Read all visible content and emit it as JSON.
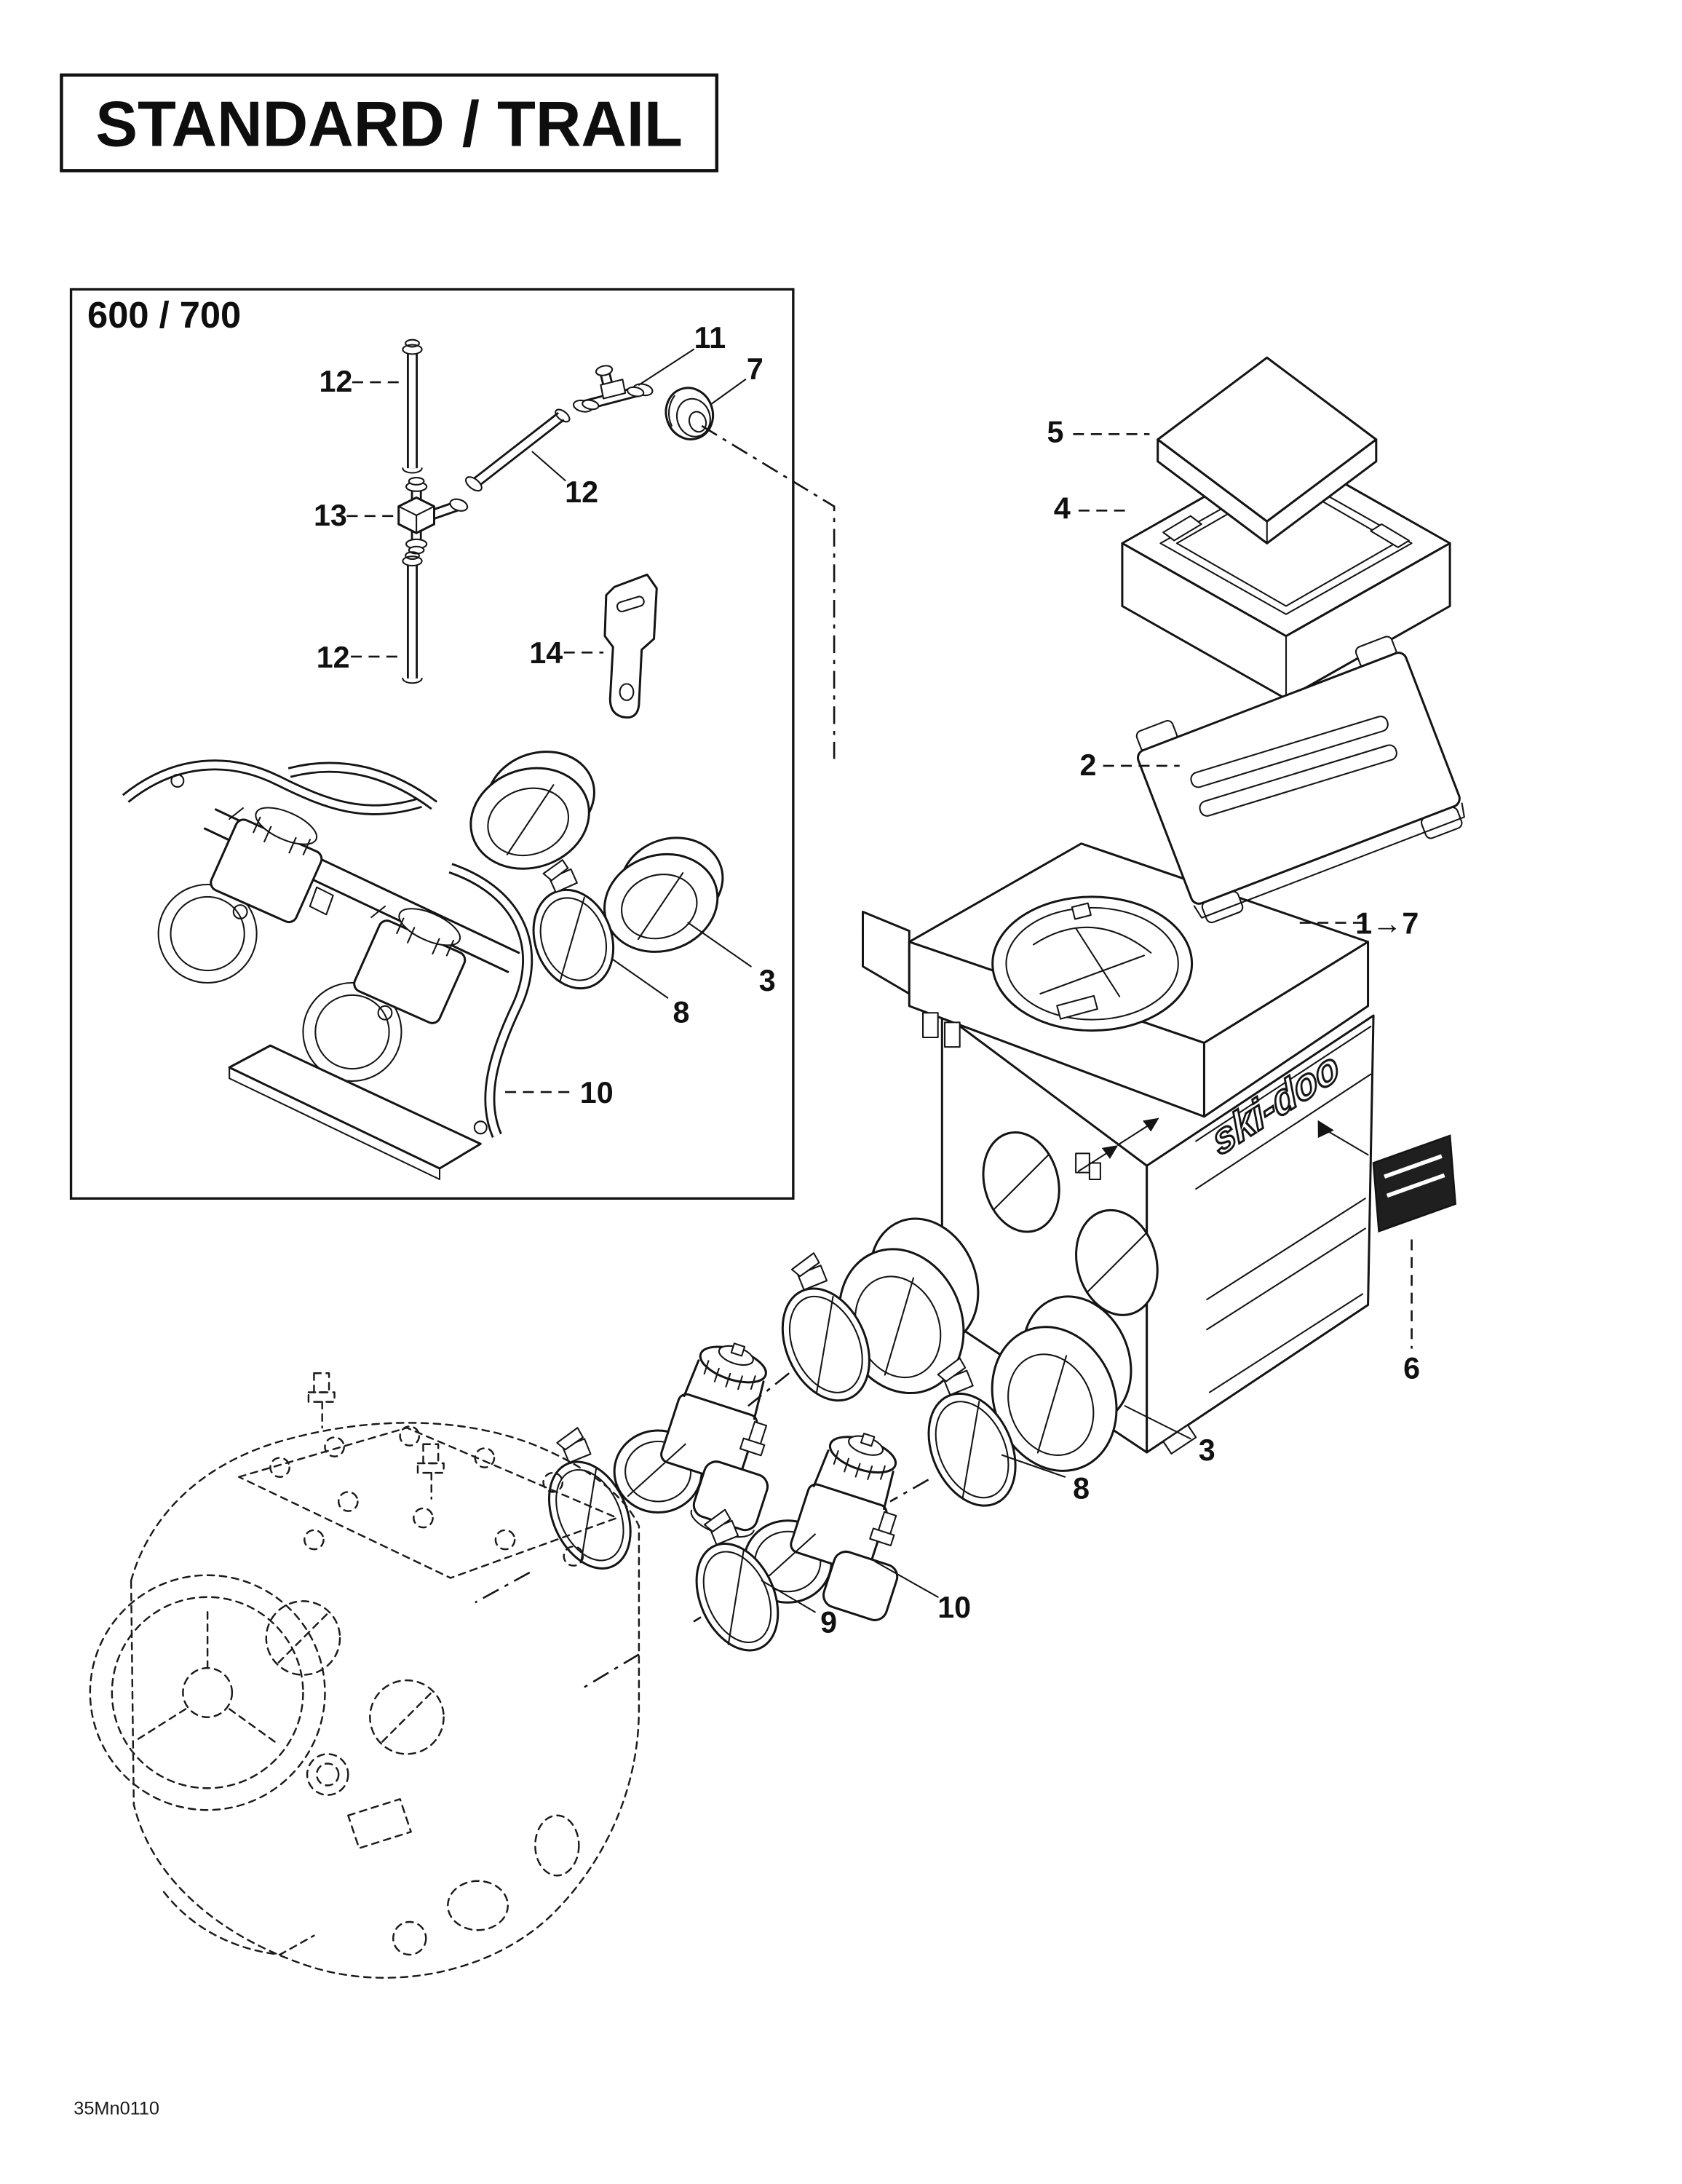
{
  "page": {
    "title": "STANDARD / TRAIL",
    "engine_variant": "600 / 700",
    "drawing_code": "35Mn0110",
    "logo_text": "ski-doo"
  },
  "colors": {
    "ink": "#141414",
    "paper": "#ffffff",
    "decal_fill": "#1f1f1f"
  },
  "callouts": [
    {
      "label": "12"
    },
    {
      "label": "13"
    },
    {
      "label": "12"
    },
    {
      "label": "12"
    },
    {
      "label": "14"
    },
    {
      "label": "11"
    },
    {
      "label": "7"
    },
    {
      "label": "3"
    },
    {
      "label": "8"
    },
    {
      "label": "10"
    },
    {
      "label": "5"
    },
    {
      "label": "4"
    },
    {
      "label": "2"
    },
    {
      "label": "1→7"
    },
    {
      "label": "6"
    },
    {
      "label": "3"
    },
    {
      "label": "8"
    },
    {
      "label": "10"
    },
    {
      "label": "9"
    }
  ]
}
